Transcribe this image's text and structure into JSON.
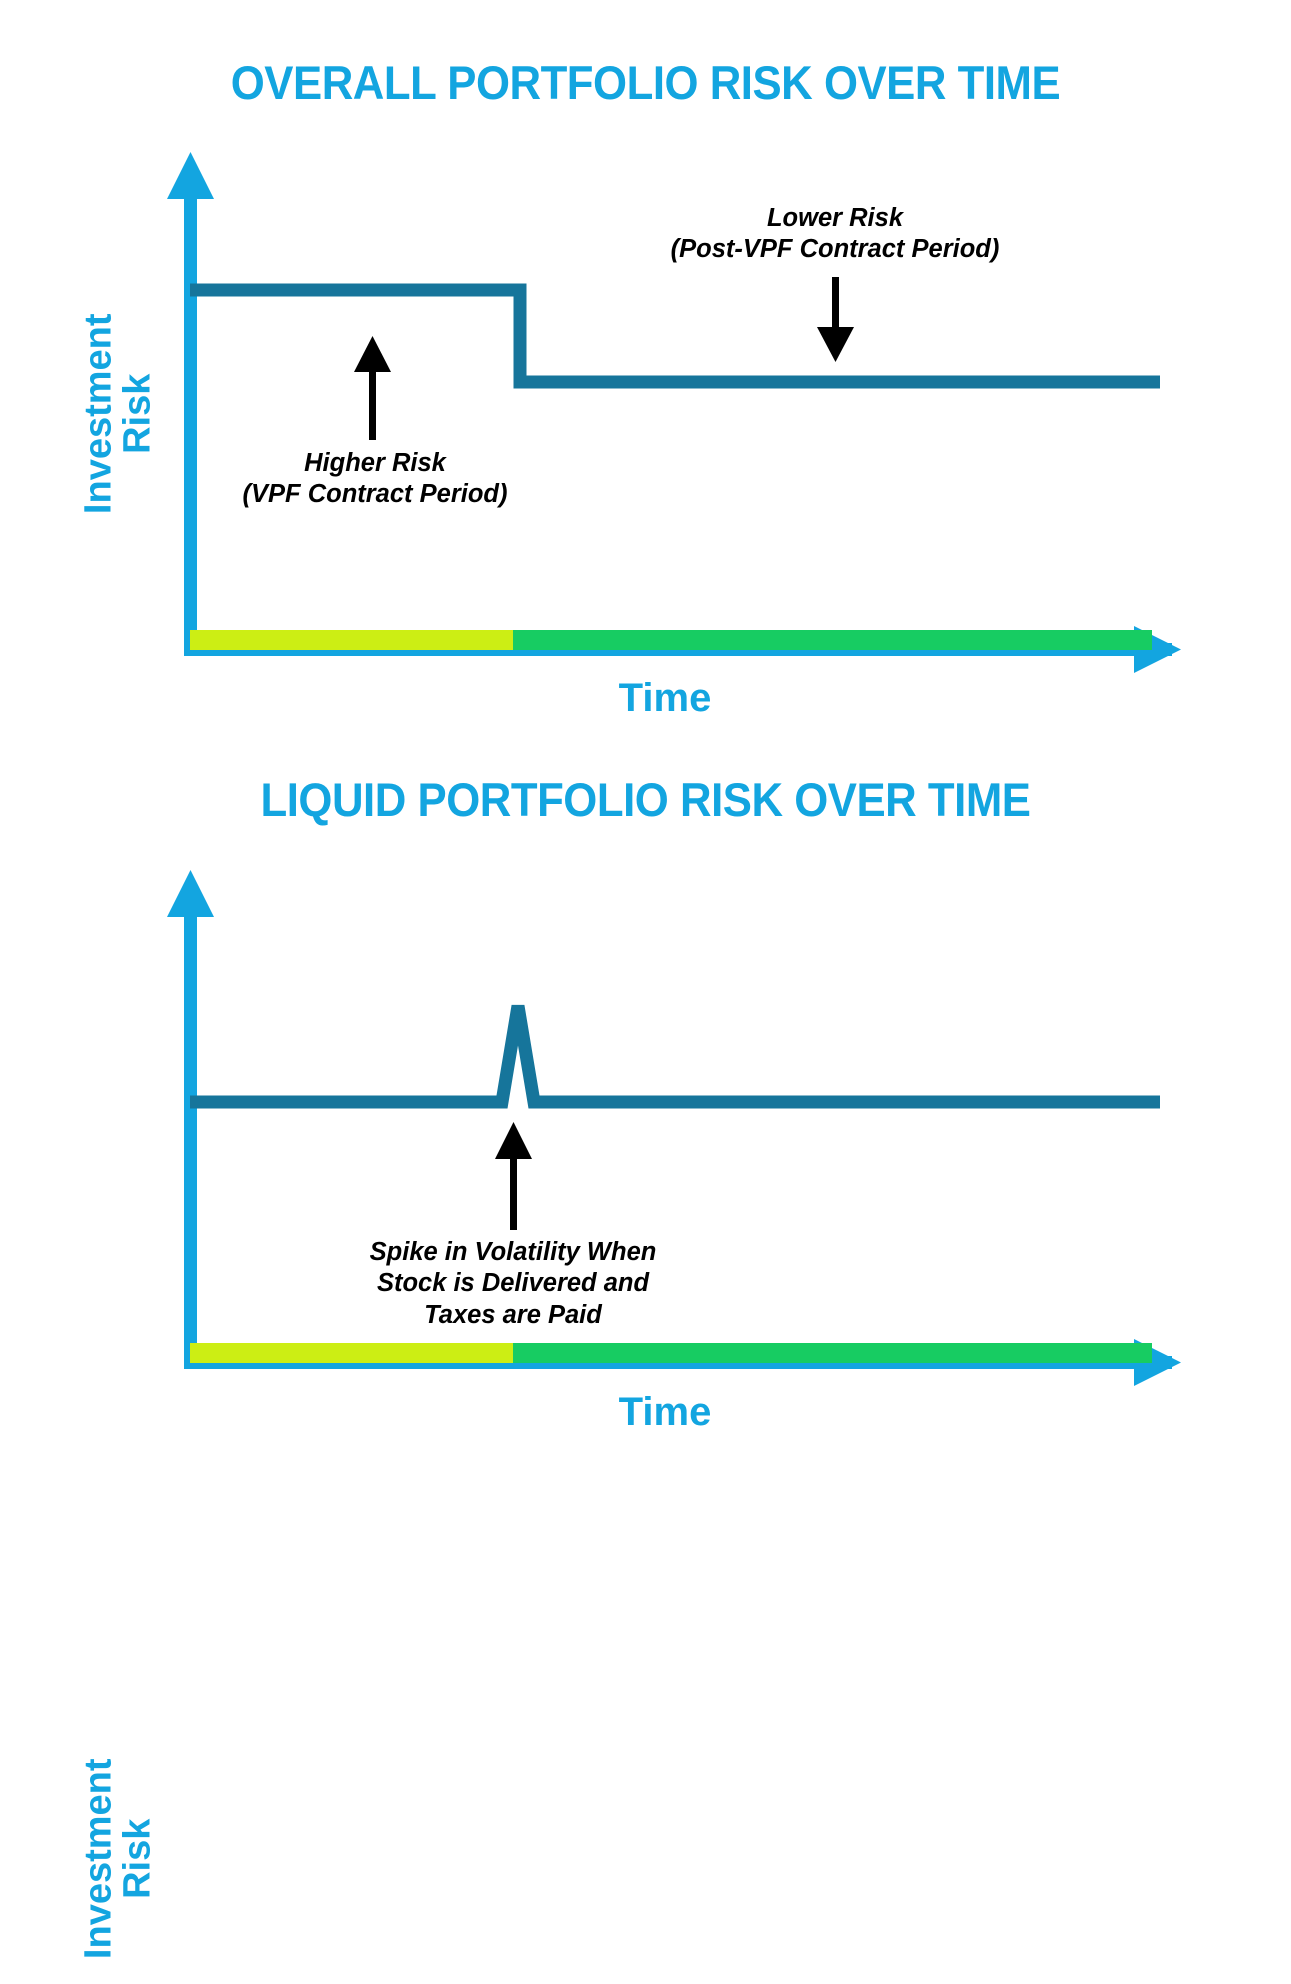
{
  "colors": {
    "title_blue": "#13A5E0",
    "axis_blue": "#13A5E0",
    "line_teal": "#16759B",
    "bar_yellow": "#CCEE14",
    "bar_green": "#17CC62",
    "annotation_black": "#000000",
    "background": "#FFFFFF"
  },
  "charts": [
    {
      "id": "overall",
      "title": "OVERALL PORTFOLIO RISK OVER TIME",
      "ylabel_line1": "Investment",
      "ylabel_line2": "Risk",
      "xlabel": "Time",
      "annotations": [
        {
          "id": "higher-risk",
          "line1": "Higher Risk",
          "line2": "(VPF Contract Period)",
          "arrow": "up-arrow-icon"
        },
        {
          "id": "lower-risk",
          "line1": "Lower Risk",
          "line2": "(Post-VPF Contract Period)",
          "arrow": "down-arrow-icon"
        }
      ],
      "period_bars": [
        {
          "label": "vpf-contract-period",
          "color": "#CCEE14"
        },
        {
          "label": "post-vpf-contract-period",
          "color": "#17CC62"
        }
      ]
    },
    {
      "id": "liquid",
      "title": "LIQUID PORTFOLIO RISK OVER TIME",
      "ylabel_line1": "Investment",
      "ylabel_line2": "Risk",
      "xlabel": "Time",
      "annotations": [
        {
          "id": "volatility-spike",
          "line1": "Spike in Volatility When",
          "line2": "Stock is Delivered and",
          "line3": "Taxes are Paid",
          "arrow": "up-arrow-icon"
        }
      ],
      "period_bars": [
        {
          "label": "vpf-contract-period",
          "color": "#CCEE14"
        },
        {
          "label": "post-vpf-contract-period",
          "color": "#17CC62"
        }
      ]
    }
  ],
  "chart_data": [
    {
      "type": "line",
      "id": "overall-portfolio-risk",
      "title": "OVERALL PORTFOLIO RISK OVER TIME",
      "xlabel": "Time",
      "ylabel": "Investment Risk",
      "grid": false,
      "legend": "none",
      "xlim": [
        0,
        100
      ],
      "ylim": [
        0,
        100
      ],
      "x_tick_labels": [],
      "y_tick_labels": [],
      "series": [
        {
          "name": "Overall Portfolio Risk",
          "color": "#16759B",
          "shape": "step-down",
          "x": [
            0,
            34,
            34,
            100
          ],
          "values": [
            75,
            75,
            56,
            56
          ],
          "description": "Constant higher risk during the VPF contract period, stepping down to a lower constant risk afterwards."
        }
      ],
      "period_bands": [
        {
          "name": "VPF Contract Period",
          "x_range": [
            0,
            33
          ],
          "color": "#CCEE14"
        },
        {
          "name": "Post-VPF Contract Period",
          "x_range": [
            33,
            100
          ],
          "color": "#17CC62"
        }
      ],
      "annotations": [
        {
          "text": "Higher Risk\n(VPF Contract Period)",
          "points_to_x": 19,
          "points_to_y": 75,
          "arrow": "up"
        },
        {
          "text": "Lower Risk\n(Post-VPF Contract Period)",
          "points_to_x": 66,
          "points_to_y": 56,
          "arrow": "down"
        }
      ]
    },
    {
      "type": "line",
      "id": "liquid-portfolio-risk",
      "title": "LIQUID PORTFOLIO RISK OVER TIME",
      "xlabel": "Time",
      "ylabel": "Investment Risk",
      "grid": false,
      "legend": "none",
      "xlim": [
        0,
        100
      ],
      "ylim": [
        0,
        100
      ],
      "x_tick_labels": [],
      "y_tick_labels": [],
      "series": [
        {
          "name": "Liquid Portfolio Risk",
          "color": "#16759B",
          "shape": "flat-with-spike",
          "x": [
            0,
            32,
            33,
            35,
            100
          ],
          "values": [
            45,
            45,
            92,
            45,
            45
          ],
          "description": "Flat risk throughout with a single narrow volatility spike when stock is delivered and taxes are paid."
        }
      ],
      "period_bands": [
        {
          "name": "VPF Contract Period",
          "x_range": [
            0,
            33
          ],
          "color": "#CCEE14"
        },
        {
          "name": "Post-VPF Contract Period",
          "x_range": [
            33,
            100
          ],
          "color": "#17CC62"
        }
      ],
      "annotations": [
        {
          "text": "Spike in Volatility When\nStock is Delivered and\nTaxes are Paid",
          "points_to_x": 33,
          "points_to_y": 45,
          "arrow": "up"
        }
      ]
    }
  ]
}
